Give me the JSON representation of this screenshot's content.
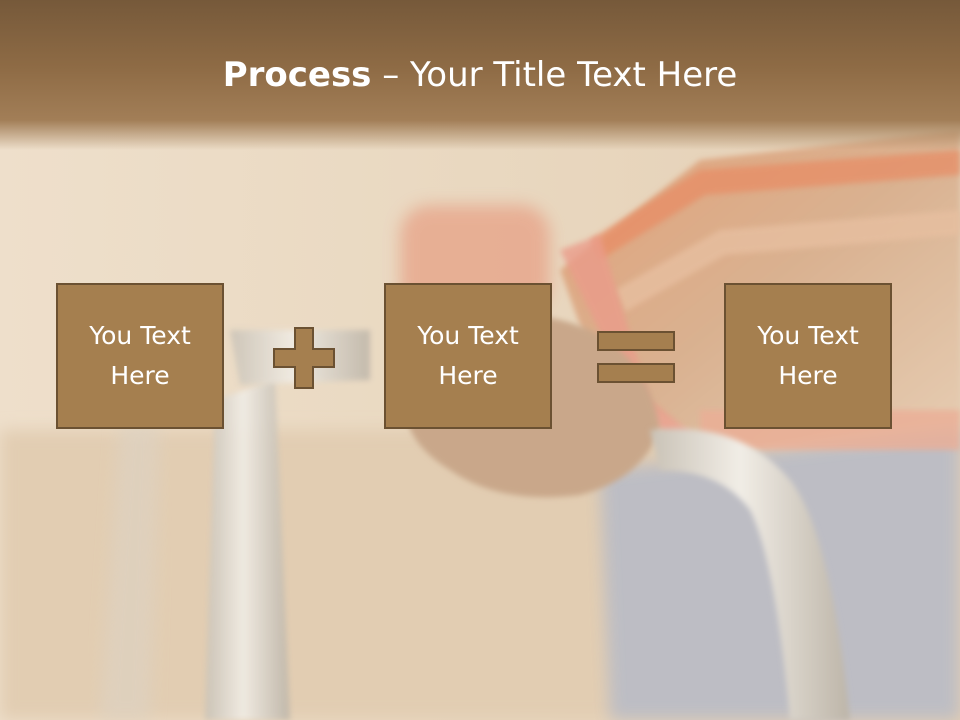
{
  "slide": {
    "title_bold": "Process",
    "title_rest": " – Your Title Text Here",
    "boxes": [
      {
        "text_line1": "You Text",
        "text_line2": "Here"
      },
      {
        "text_line1": "You Text",
        "text_line2": "Here"
      },
      {
        "text_line1": "You Text",
        "text_line2": "Here"
      }
    ],
    "operators": [
      "plus-icon",
      "equals-icon"
    ]
  },
  "colors": {
    "header": "#8e6b45",
    "box_fill": "#a57f4f",
    "box_border": "#6b5132",
    "text": "#ffffff"
  }
}
